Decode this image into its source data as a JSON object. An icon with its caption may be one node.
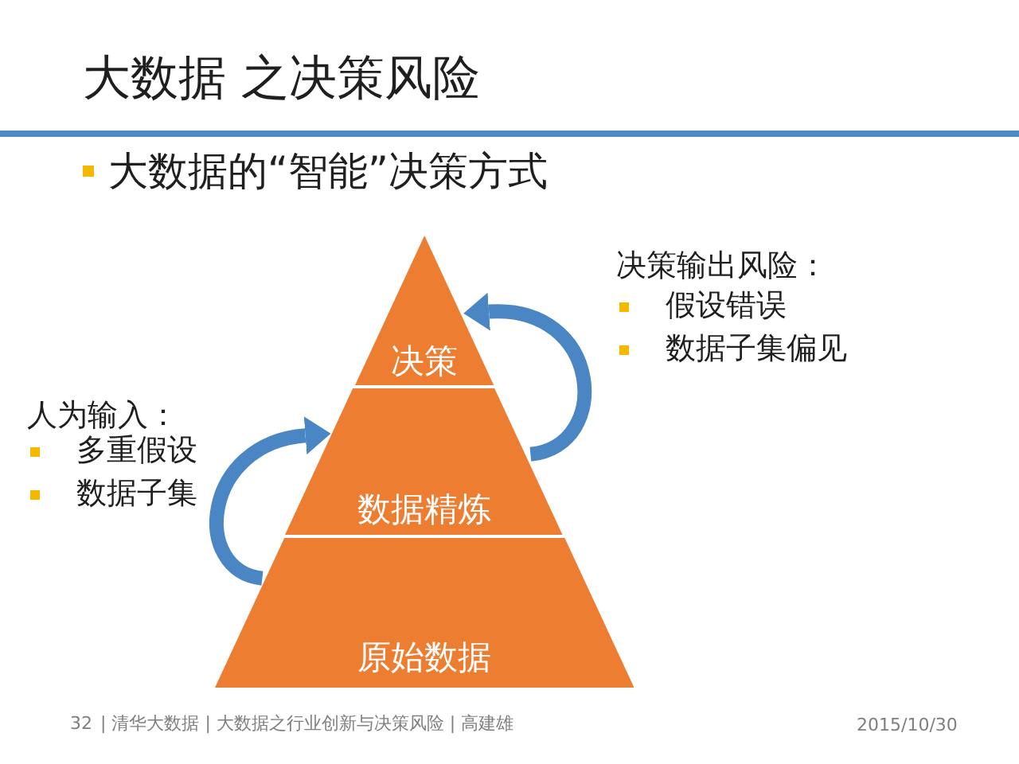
{
  "diagram": {
    "title": "大数据 之决策风险",
    "nodes": [
      {
        "text": [
          "决策"
        ]
      },
      {
        "text": [
          "数据精炼"
        ]
      },
      {
        "text": [
          "原始数据"
        ]
      }
    ],
    "edges": [
      {
        "from": 2,
        "to": 1,
        "arrow": "to"
      },
      {
        "from": 1,
        "to": 0,
        "arrow": "to"
      }
    ],
    "labels": [
      "大数据的“智能”决策方式",
      "决策输出风险：",
      "假设错误",
      "数据子集偏见",
      "人为输入：",
      "多重假设",
      "数据子集",
      "32",
      "| 清华大数据 | 大数据之行业创新与决策风险 | 高建雄",
      "2015/10/30"
    ]
  }
}
